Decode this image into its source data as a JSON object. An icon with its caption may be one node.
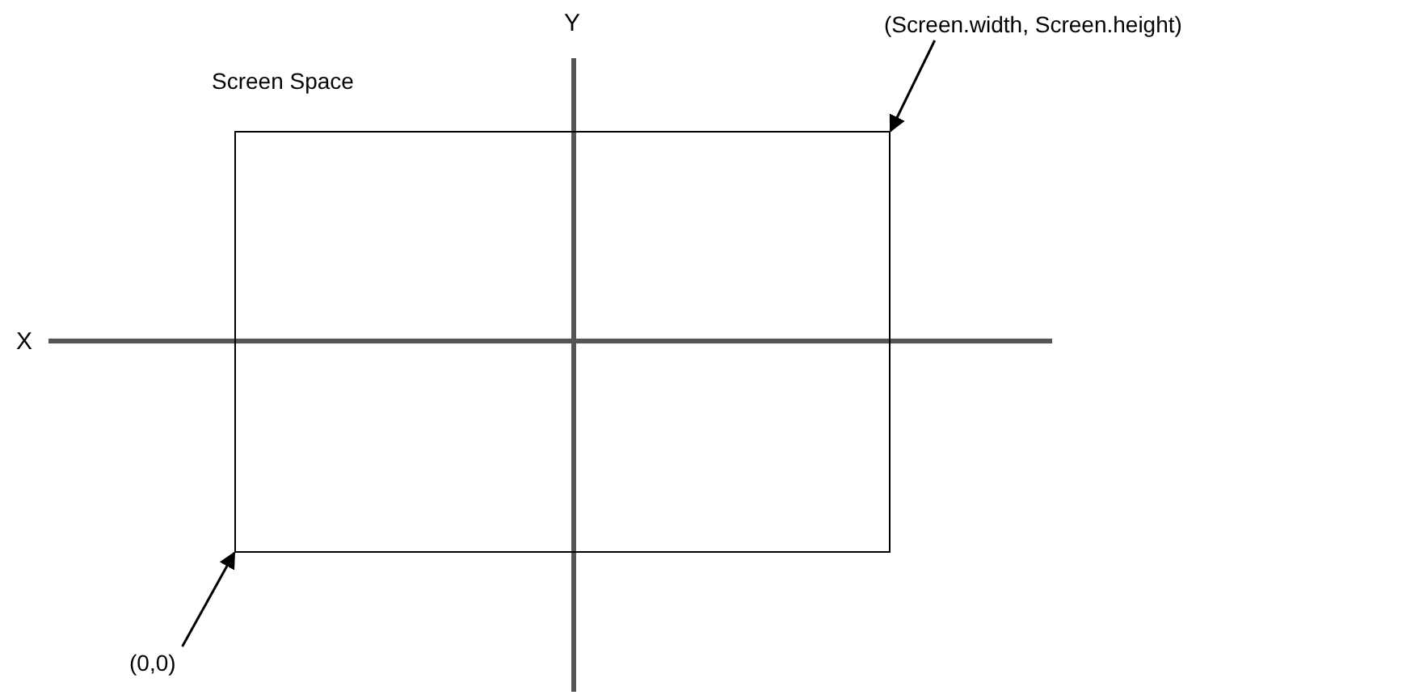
{
  "diagram": {
    "nodes": [
      {
        "text": [
          "Screen Space"
        ]
      },
      {
        "text": [
          "(Screen.width, Screen.height)"
        ]
      },
      {
        "text": [
          "(0,0)"
        ]
      }
    ],
    "edges": [
      {
        "from": 1,
        "to": 0,
        "arrow": "to"
      },
      {
        "from": 2,
        "to": 0,
        "arrow": "to"
      }
    ],
    "labels": [
      "Y",
      "X"
    ]
  }
}
